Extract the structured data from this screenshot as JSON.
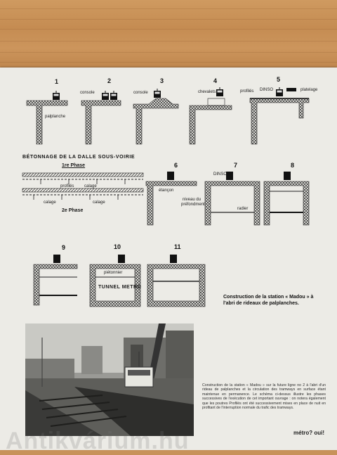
{
  "diagrams_top": {
    "numbers": [
      "1",
      "2",
      "3",
      "4",
      "5"
    ],
    "labels": {
      "palplanche": "palplanche",
      "console2": "console",
      "console3": "console",
      "chevalets": "chevalets",
      "profiles": "profilés",
      "dinso5": "DINSO",
      "platelage": "platelage"
    }
  },
  "phase_section": {
    "title": "BÉTONNAGE DE LA DALLE SOUS-VOIRIE",
    "phase1": "1re Phase",
    "phase2": "2e Phase",
    "labels": {
      "profiles": "profilés",
      "calage_a": "calage",
      "calage_b": "calage",
      "calage_c": "calage"
    }
  },
  "diagrams_mid": {
    "numbers": [
      "6",
      "7",
      "8"
    ],
    "labels": {
      "etancon": "étançon",
      "niveau": "niveau du",
      "prefondment": "préfondment",
      "dinso7": "DINSO",
      "radier": "radier"
    }
  },
  "diagrams_bottom": {
    "numbers": [
      "9",
      "10",
      "11"
    ],
    "labels": {
      "pietonnier": "piétonnier",
      "tunnel": "TUNNEL METRO"
    }
  },
  "caption": {
    "line1": "Construction de la station « Madou » à",
    "line2": "l'abri de rideaux de palplanches."
  },
  "photo_text": "Construction de la station « Madou » sur la future ligne no 2 à l'abri d'un rideau de palplanches et la circulation des tramways en surface étant maintenue en permanence. Le schéma ci-dessus illustre les phases successives de l'exécution de cet important ouvrage : on notera également que les poutres Profilés ont été successivement mises en place de nuit en profitant de l'interruption normale du trafic des tramways.",
  "footer": "métro? oui!",
  "watermark": "Antikvárium.hu"
}
